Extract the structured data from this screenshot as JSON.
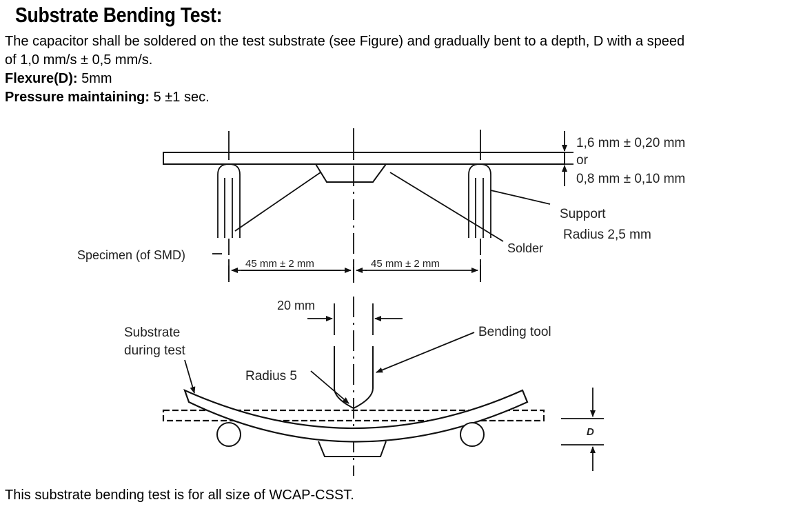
{
  "title": "Substrate Bending Test:",
  "intro_line1": "The capacitor shall be soldered on the test substrate (see Figure) and gradually bent to a depth, D with a speed",
  "intro_line2": "of 1,0 mm/s ± 0,5 mm/s.",
  "flexure": {
    "label": "Flexure(D):",
    "value": " 5mm"
  },
  "pressure": {
    "label": "Pressure maintaining:",
    "value": " 5 ±1 sec."
  },
  "figure": {
    "thickness_1": "1,6 mm ± 0,20 mm",
    "thickness_or": "or",
    "thickness_2": "0,8 mm ± 0,10 mm",
    "support_line1": "Support",
    "support_line2": "Radius 2,5 mm",
    "solder": "Solder",
    "specimen": "Specimen (of SMD)",
    "span_left": "45 mm ± 2 mm",
    "span_right": "45 mm ± 2 mm",
    "tool_width": "20 mm",
    "substrate_line1": "Substrate",
    "substrate_line2": "during test",
    "bending_tool": "Bending tool",
    "radius": "Radius 5",
    "depth_symbol": "D"
  },
  "footer": "This substrate bending test is for all size of WCAP-CSST."
}
